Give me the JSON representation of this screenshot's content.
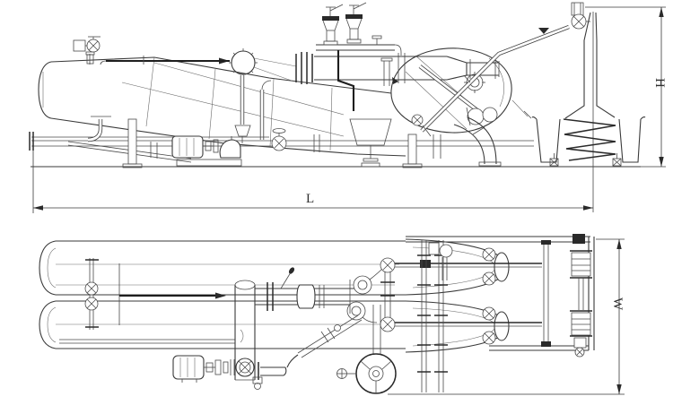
{
  "diagram": {
    "type": "engineering-drawing",
    "views": 2,
    "background_color": "#ffffff",
    "line_color": "#3a3a3a",
    "dimensions": {
      "length_label": "L",
      "height_label": "H",
      "width_label": "W"
    }
  }
}
